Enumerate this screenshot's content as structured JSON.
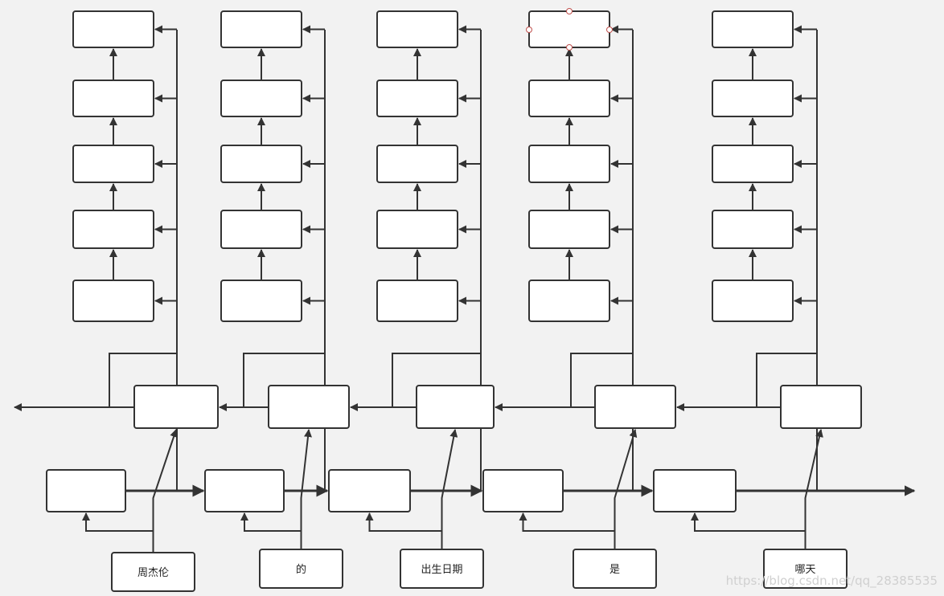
{
  "tokens": [
    "周杰伦",
    "的",
    "出生日期",
    "是",
    "哪天"
  ],
  "watermark": "https://blog.csdn.net/qq_28385535",
  "colors": {
    "background": "#f2f2f2",
    "line": "#333333",
    "box": "#ffffff",
    "handle": "#c0504d"
  }
}
